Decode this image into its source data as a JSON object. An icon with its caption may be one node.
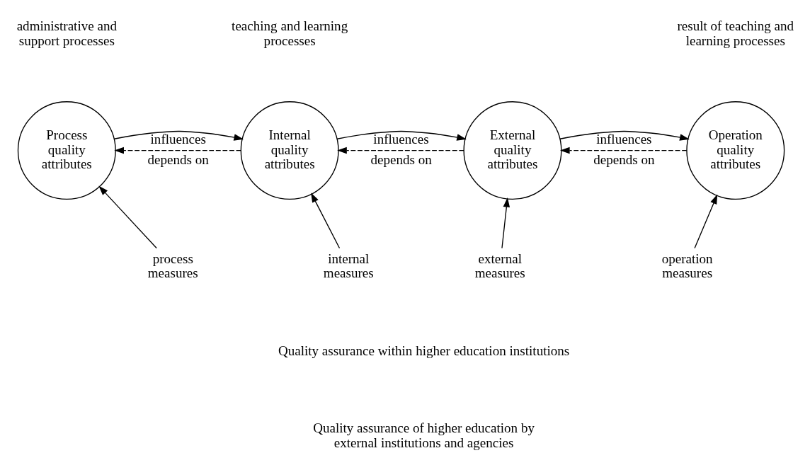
{
  "diagram": {
    "nodes": [
      {
        "text": [
          "Process quality attributes"
        ],
        "beside": [
          "administrative and support processes"
        ]
      },
      {
        "text": [
          "Internal quality attributes"
        ],
        "beside": [
          "teaching and learning processes"
        ]
      },
      {
        "text": [
          "External quality attributes"
        ]
      },
      {
        "text": [
          "Operation quality attributes"
        ],
        "beside": [
          "result of teaching and learning processes"
        ]
      },
      {
        "text": [
          "process measures"
        ]
      },
      {
        "text": [
          "internal measures"
        ]
      },
      {
        "text": [
          "external measures"
        ]
      },
      {
        "text": [
          "operation measures"
        ]
      }
    ],
    "edges": [
      {
        "from": 0,
        "to": 1,
        "arrow": "to",
        "label": "influences"
      },
      {
        "from": 1,
        "to": 0,
        "arrow": "to",
        "label": "depends on",
        "style": "dashed"
      },
      {
        "from": 1,
        "to": 2,
        "arrow": "to",
        "label": "influences"
      },
      {
        "from": 2,
        "to": 1,
        "arrow": "to",
        "label": "depends on",
        "style": "dashed"
      },
      {
        "from": 2,
        "to": 3,
        "arrow": "to",
        "label": "influences"
      },
      {
        "from": 3,
        "to": 2,
        "arrow": "to",
        "label": "depends on",
        "style": "dashed"
      },
      {
        "from": 4,
        "to": 0,
        "arrow": "to"
      },
      {
        "from": 5,
        "to": 1,
        "arrow": "to"
      },
      {
        "from": 6,
        "to": 2,
        "arrow": "to"
      },
      {
        "from": 7,
        "to": 3,
        "arrow": "to"
      }
    ],
    "labels": [
      "Quality assurance within higher education institutions",
      "Quality assurance of higher education by external institutions and agencies"
    ]
  }
}
